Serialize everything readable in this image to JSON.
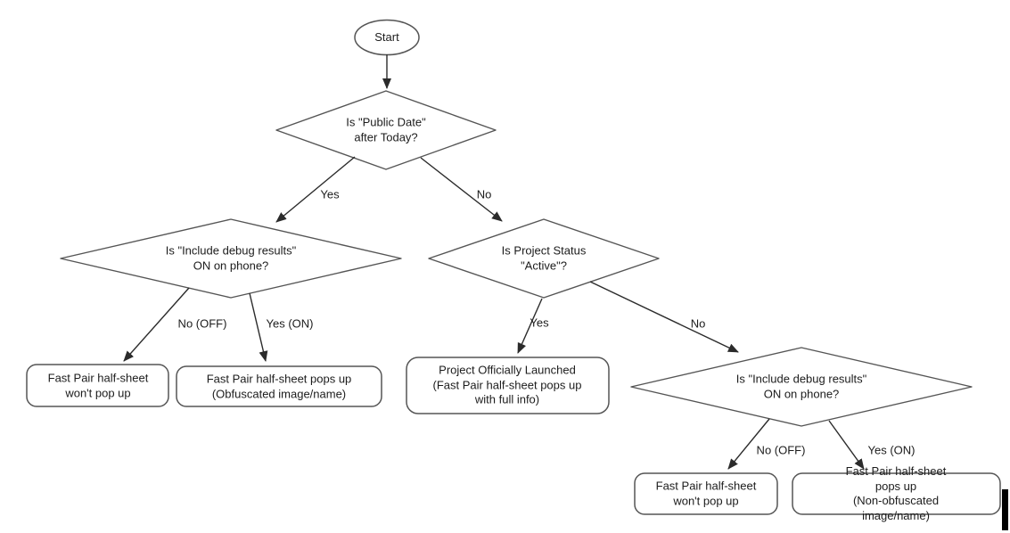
{
  "diagram": {
    "type": "flowchart",
    "background_color": "#ffffff",
    "shape_stroke_color": "#555555",
    "arrow_color": "#2b2b2b",
    "text_color": "#1c1c1c",
    "nodes": {
      "start": {
        "label": "Start",
        "shape": "terminator"
      },
      "d_public_date": {
        "label": "Is \"Public Date\"\nafter Today?",
        "shape": "decision"
      },
      "d_debug_left": {
        "label": "Is \"Include debug results\"\nON on phone?",
        "shape": "decision"
      },
      "d_project_status": {
        "label": "Is Project Status\n\"Active\"?",
        "shape": "decision"
      },
      "d_debug_right": {
        "label": "Is \"Include debug results\"\nON on phone?",
        "shape": "decision"
      },
      "r_no_popup_left": {
        "label": "Fast Pair half-sheet\nwon't pop up",
        "shape": "rounded-rect"
      },
      "r_obfuscated": {
        "label": "Fast Pair half-sheet pops up\n(Obfuscated image/name)",
        "shape": "rounded-rect"
      },
      "r_launched": {
        "label": "Project Officially Launched\n(Fast Pair half-sheet pops up\nwith full info)",
        "shape": "rounded-rect"
      },
      "r_no_popup_right": {
        "label": "Fast Pair half-sheet\nwon't pop up",
        "shape": "rounded-rect"
      },
      "r_non_obfuscated": {
        "label": "Fast Pair half-sheet pops up\n(Non-obfuscated image/name)",
        "shape": "rounded-rect"
      }
    },
    "edge_labels": {
      "yes_1": "Yes",
      "no_1": "No",
      "no_off_left": "No (OFF)",
      "yes_on_left": "Yes (ON)",
      "yes_2": "Yes",
      "no_2": "No",
      "no_off_right": "No (OFF)",
      "yes_on_right": "Yes (ON)"
    },
    "edges": [
      {
        "from": "start",
        "to": "d_public_date",
        "label": ""
      },
      {
        "from": "d_public_date",
        "to": "d_debug_left",
        "label": "Yes"
      },
      {
        "from": "d_public_date",
        "to": "d_project_status",
        "label": "No"
      },
      {
        "from": "d_debug_left",
        "to": "r_no_popup_left",
        "label": "No (OFF)"
      },
      {
        "from": "d_debug_left",
        "to": "r_obfuscated",
        "label": "Yes (ON)"
      },
      {
        "from": "d_project_status",
        "to": "r_launched",
        "label": "Yes"
      },
      {
        "from": "d_project_status",
        "to": "d_debug_right",
        "label": "No"
      },
      {
        "from": "d_debug_right",
        "to": "r_no_popup_right",
        "label": "No (OFF)"
      },
      {
        "from": "d_debug_right",
        "to": "r_non_obfuscated",
        "label": "Yes (ON)"
      }
    ]
  }
}
